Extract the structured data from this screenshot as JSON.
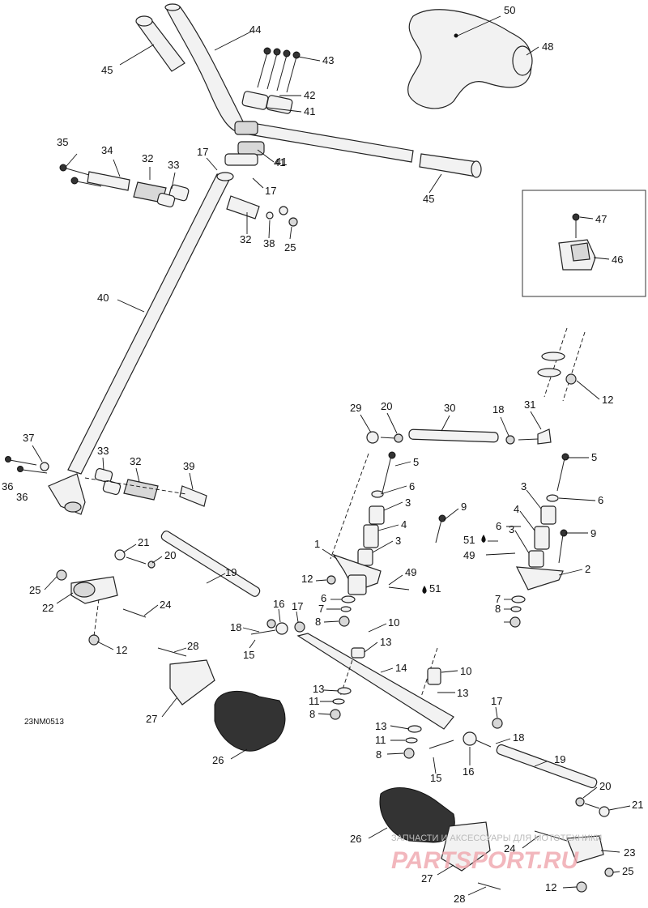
{
  "drawing_code": "23NM0513",
  "watermark": {
    "line1": "ЗАПЧАСТИ И АКСЕССУАРЫ ДЛЯ МОТОТЕХНИКИ",
    "line2": "PARTSPORT.RU"
  },
  "callouts": [
    "44",
    "45",
    "43",
    "42",
    "41",
    "50",
    "48",
    "41",
    "35",
    "34",
    "32",
    "33",
    "17",
    "41",
    "17",
    "45",
    "32",
    "38",
    "25",
    "47",
    "46",
    "40",
    "12",
    "29",
    "20",
    "30",
    "18",
    "31",
    "37",
    "33",
    "32",
    "39",
    "36",
    "36",
    "5",
    "6",
    "3",
    "4",
    "3",
    "9",
    "5",
    "6",
    "3",
    "4",
    "3",
    "9",
    "1",
    "51",
    "49",
    "2",
    "21",
    "20",
    "19",
    "12",
    "49",
    "51",
    "6",
    "7",
    "8",
    "25",
    "22",
    "24",
    "16",
    "17",
    "18",
    "15",
    "12",
    "10",
    "13",
    "6",
    "7",
    "8",
    "28",
    "14",
    "10",
    "13",
    "27",
    "13",
    "11",
    "8",
    "13",
    "11",
    "8",
    "17",
    "26",
    "18",
    "16",
    "19",
    "15",
    "20",
    "21",
    "26",
    "24",
    "23",
    "27",
    "25",
    "28",
    "12"
  ]
}
